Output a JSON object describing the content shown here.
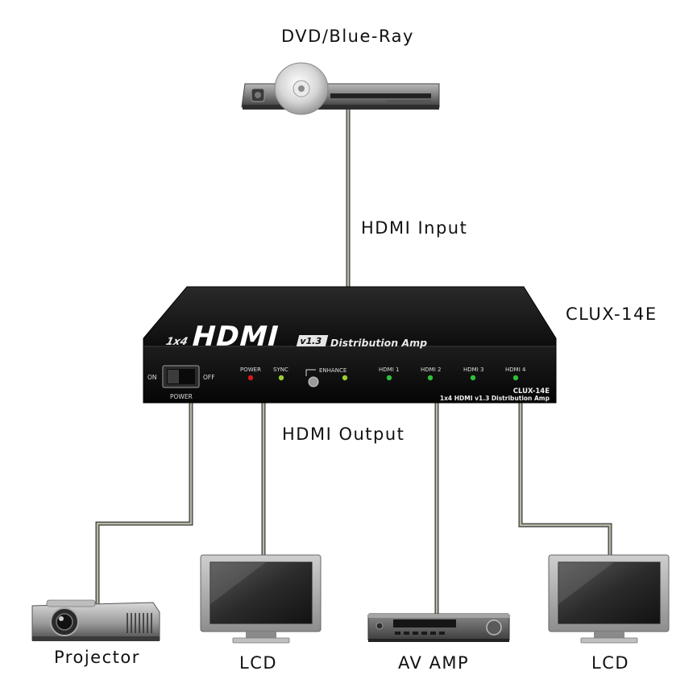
{
  "diagram": {
    "source_label": "DVD/Blue-Ray",
    "input_label": "HDMI Input",
    "output_label": "HDMI Output",
    "model_label": "CLUX-14E",
    "device": {
      "brand_prefix": "1x4",
      "brand_logo": "HDMI",
      "version_badge": "v1.3",
      "brand_suffix": "Distribution Amp",
      "switch_on": "ON",
      "switch_off": "OFF",
      "switch_label": "POWER",
      "indicators": [
        {
          "label": "POWER",
          "color": "#d11a1a"
        },
        {
          "label": "SYNC",
          "color": "#9acd32"
        },
        {
          "label": "ENHANCE",
          "color": "#9acd32"
        },
        {
          "label": "HDMI 1",
          "color": "#2fbf3a"
        },
        {
          "label": "HDMI 2",
          "color": "#2fbf3a"
        },
        {
          "label": "HDMI 3",
          "color": "#2fbf3a"
        },
        {
          "label": "HDMI 4",
          "color": "#2fbf3a"
        }
      ],
      "plate_model": "CLUX-14E",
      "plate_desc": "1x4 HDMI v1.3 Distribution Amp"
    },
    "outputs": [
      {
        "label": "Projector"
      },
      {
        "label": "LCD"
      },
      {
        "label": "AV AMP"
      },
      {
        "label": "LCD"
      }
    ]
  }
}
